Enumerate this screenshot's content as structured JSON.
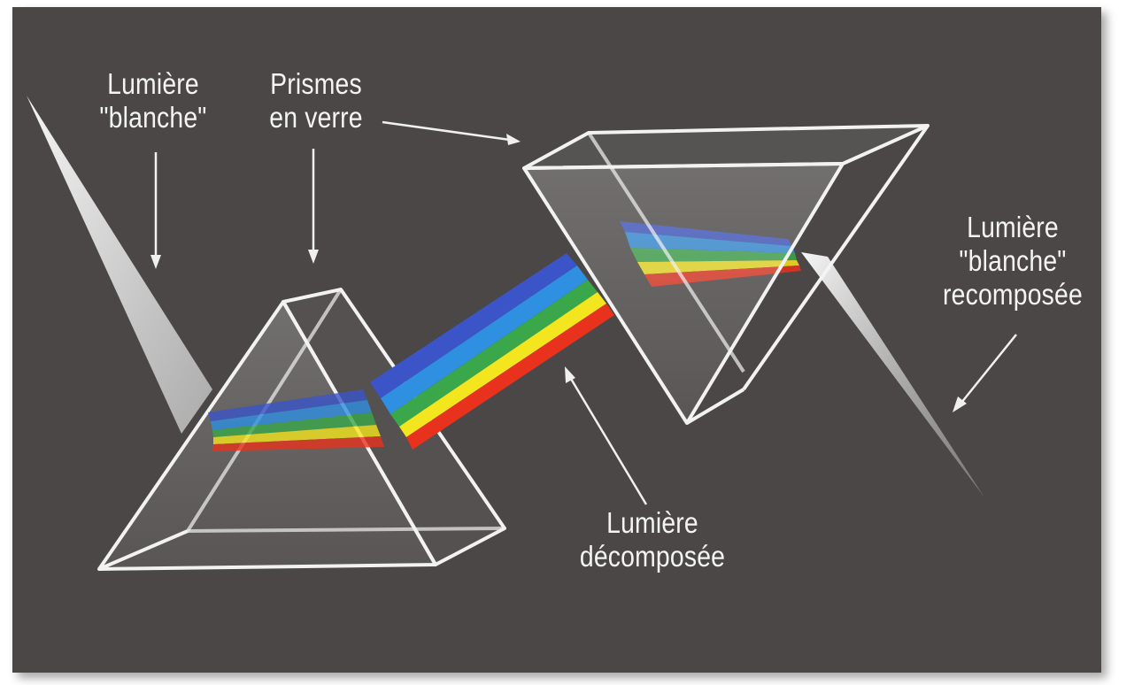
{
  "colors": {
    "background": "#4a4746",
    "prism_edge": "#f2f2f2",
    "text": "#f4f4f4",
    "spectrum": [
      "#e8321e",
      "#f4e61e",
      "#3aa84a",
      "#2f8fe0",
      "#3b55c8"
    ]
  },
  "labels": {
    "white_light_in": {
      "line1": "Lumière",
      "line2": "\"blanche\""
    },
    "glass_prisms": {
      "line1": "Prismes",
      "line2": "en verre"
    },
    "white_light_out": {
      "line1": "Lumière",
      "line2": "\"blanche\"",
      "line3": "recomposée"
    },
    "decomposed_light": {
      "line1": "Lumière",
      "line2": "décomposée"
    }
  }
}
